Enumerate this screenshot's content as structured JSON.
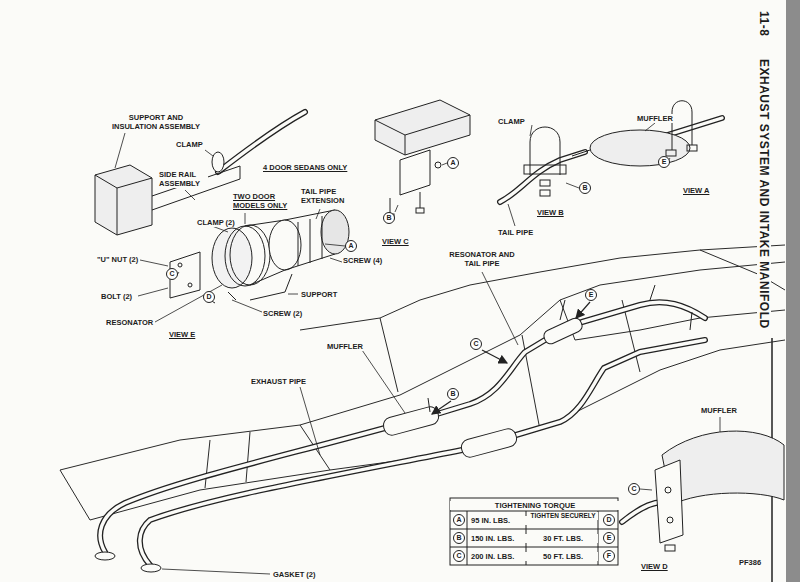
{
  "diagram": {
    "title": "EXHAUST SYSTEM AND INTAKE MANIFOLD",
    "labels": [
      "SUPPORT AND INSULATION ASSEMBLY",
      "CLAMP",
      "4 DOOR SEDANS ONLY",
      "SIDE RAIL ASSEMBLY",
      "TWO DOOR MODELS ONLY",
      "TAIL PIPE EXTENSION",
      "CLAMP (2)",
      "\"U\" NUT (2)",
      "C",
      "BOLT (2)",
      "D",
      "SCREW (2)",
      "A",
      "SCREW (4)",
      "SUPPORT",
      "RESONATOR",
      "VIEW E",
      "A",
      "B",
      "VIEW C",
      "CLAMP",
      "MUFFLER",
      "TAIL PIPE",
      "B",
      "VIEW B",
      "E",
      "VIEW A",
      "RESONATOR AND TAIL PIPE",
      "MUFFLER",
      "EXHAUST PIPE",
      "C",
      "E",
      "B",
      "MUFFLER",
      "C",
      "VIEW D",
      "TIGHTENING TORQUE",
      "A",
      "95 IN. LBS.",
      "TIGHTEN SECURELY",
      "D",
      "B",
      "150 IN. LBS.",
      "30 FT. LBS.",
      "E",
      "C",
      "200 IN. LBS.",
      "50 FT. LBS.",
      "F",
      "PF386",
      "GASKET (2)",
      "11-8"
    ]
  }
}
